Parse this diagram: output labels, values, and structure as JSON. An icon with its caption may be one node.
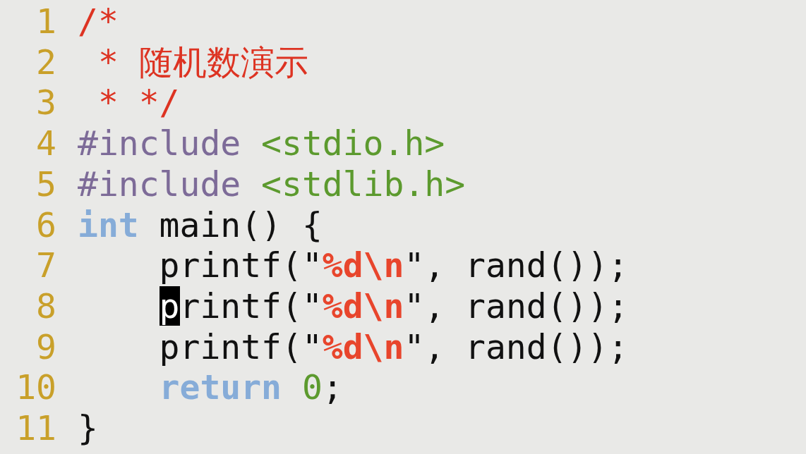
{
  "diagram": {
    "labels": [
      "1",
      "/*",
      "2",
      "* 随机数演示",
      "3",
      "* */",
      "4",
      "#include <stdio.h>",
      "5",
      "#include <stdlib.h>",
      "6",
      "int main() {",
      "7",
      "printf(\"%d\\n\", rand());",
      "8",
      "printf(\"%d\\n\", rand());",
      "9",
      "printf(\"%d\\n\", rand());",
      "10",
      "return 0;",
      "11",
      "}"
    ]
  }
}
